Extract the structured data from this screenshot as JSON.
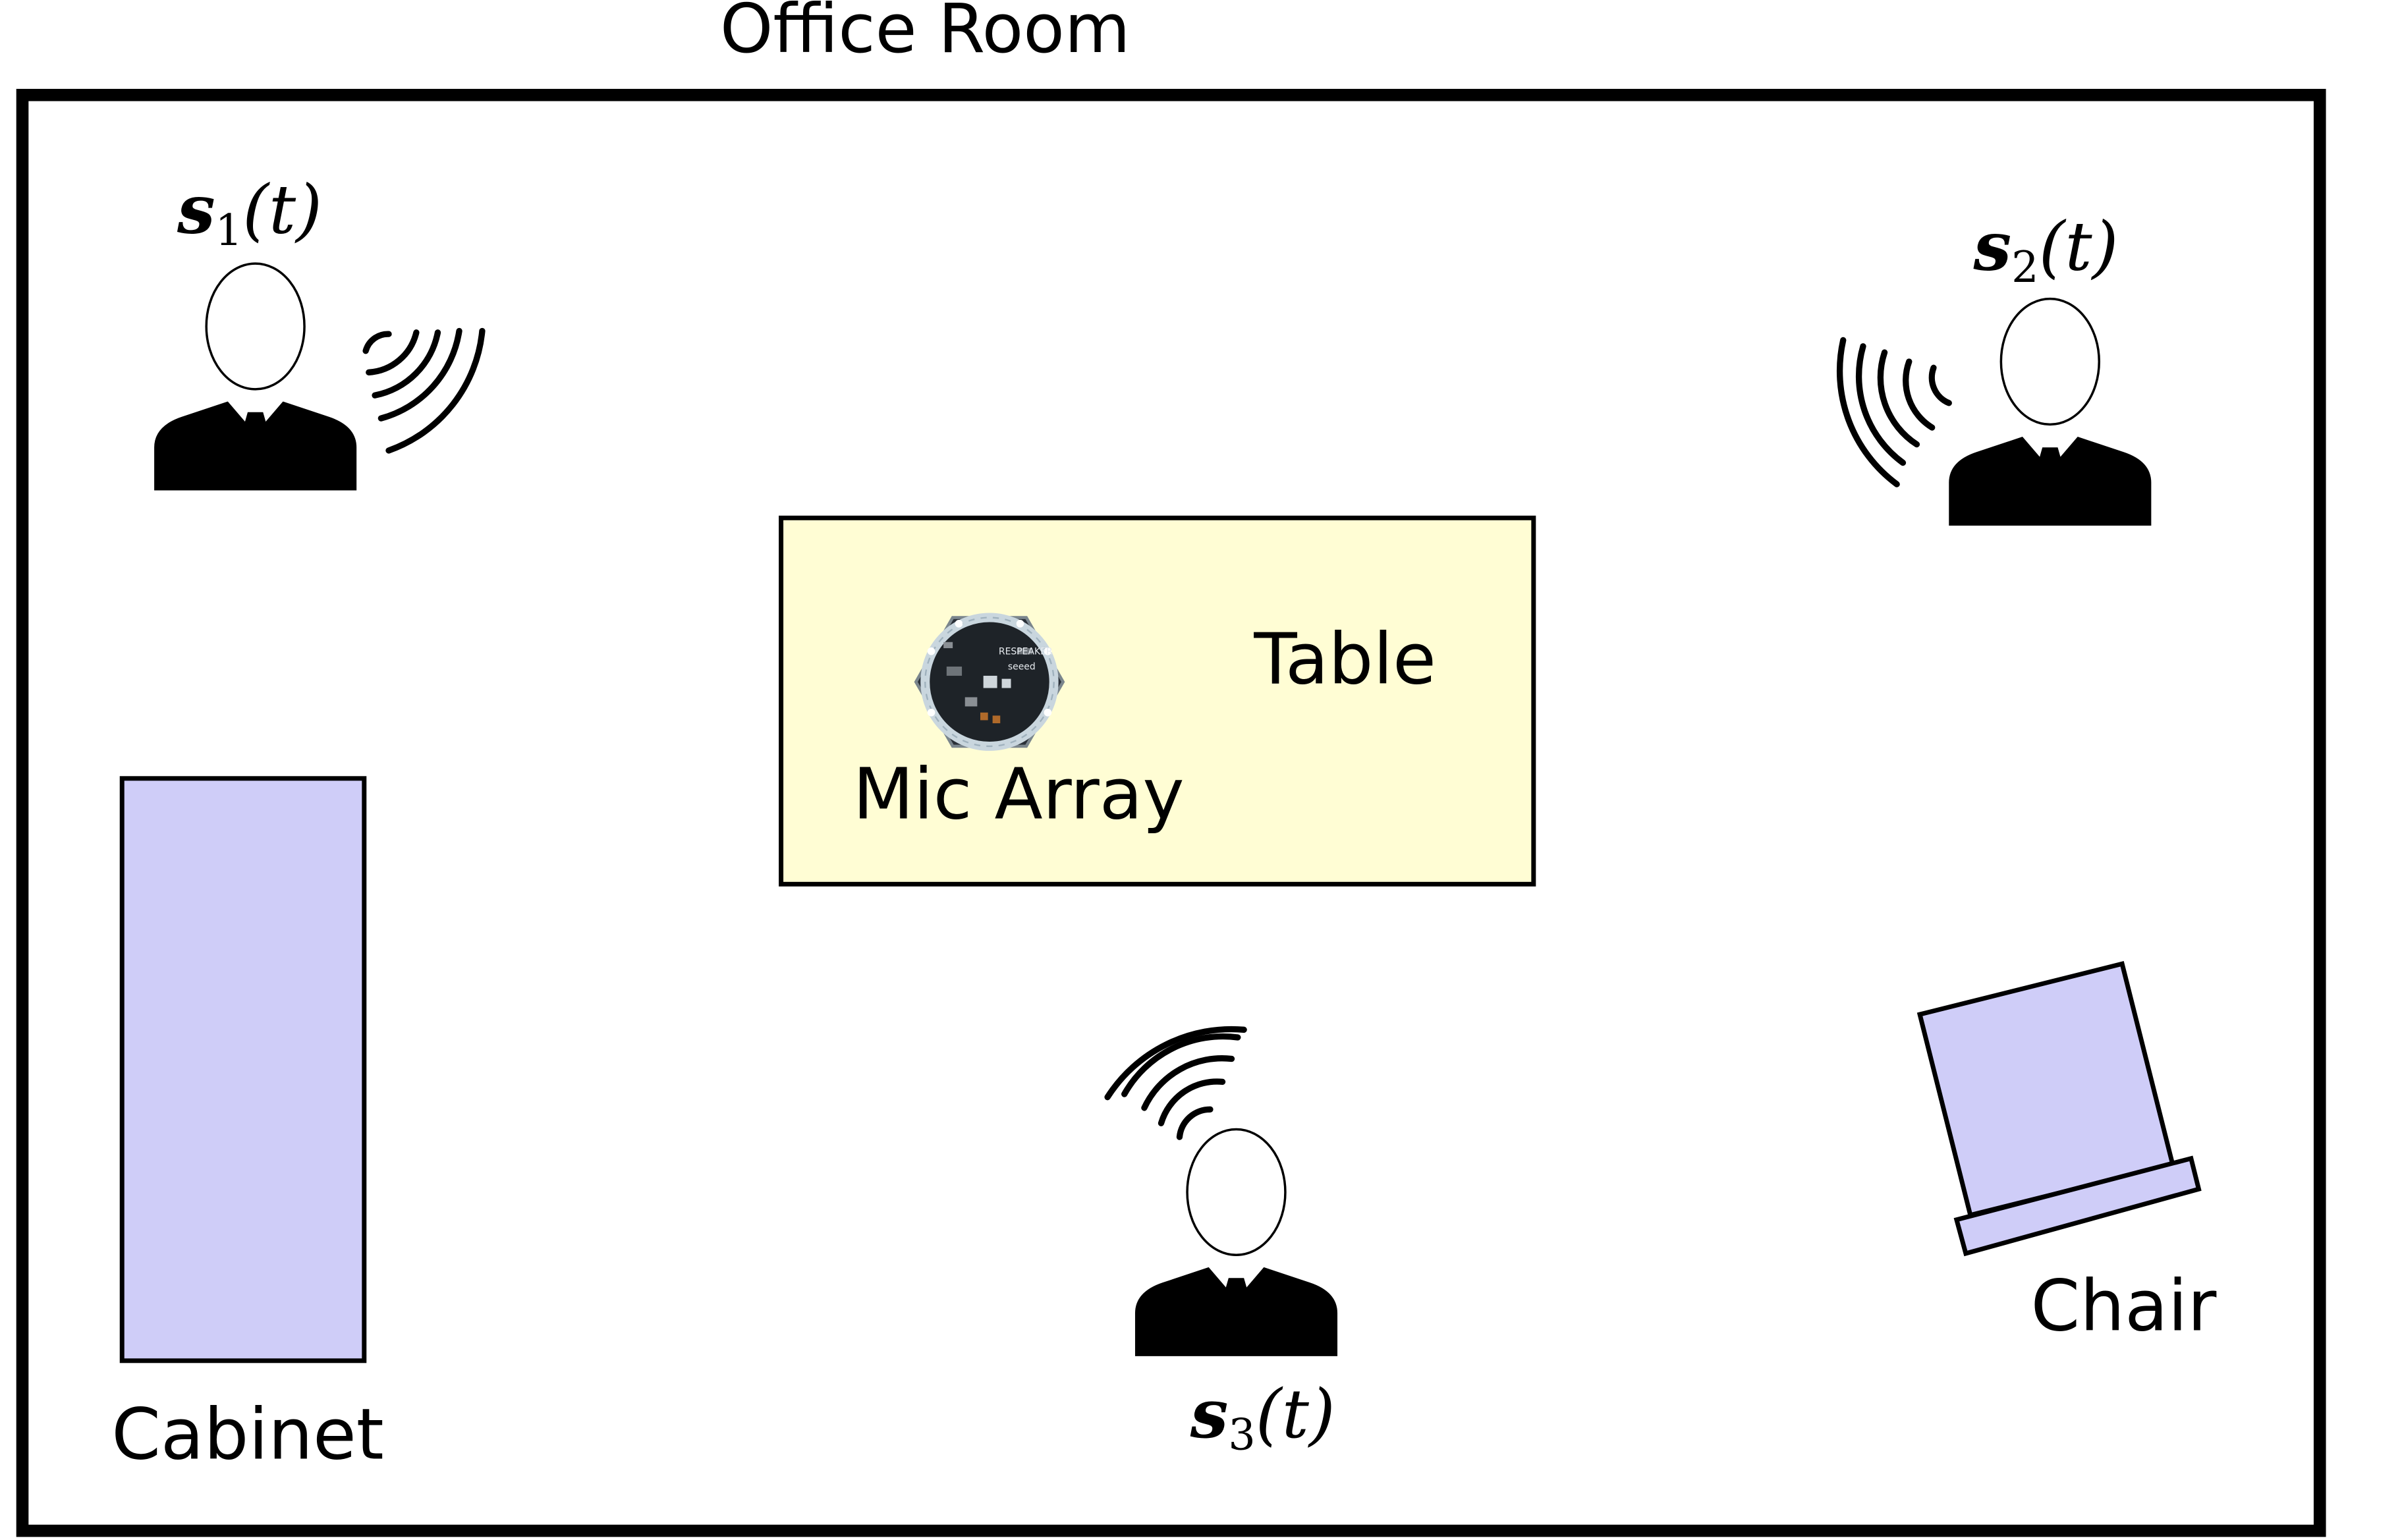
{
  "room": {
    "title": "Office Room"
  },
  "table": {
    "label": "Table"
  },
  "mic_array": {
    "label": "Mic Array",
    "board_text": "RESPEAKER",
    "board_brand": "seeed"
  },
  "cabinet": {
    "label": "Cabinet"
  },
  "chair": {
    "label": "Chair"
  },
  "speakers": [
    {
      "symbol": "s",
      "index": "1",
      "arg": "(t)"
    },
    {
      "symbol": "s",
      "index": "2",
      "arg": "(t)"
    },
    {
      "symbol": "s",
      "index": "3",
      "arg": "(t)"
    }
  ],
  "colors": {
    "table_fill": "#FFFDD4",
    "furniture_fill": "#CFCDF8",
    "outline": "#000000"
  },
  "icons": [
    "person-icon",
    "sound-wave-icon",
    "mic-array-board-icon"
  ]
}
